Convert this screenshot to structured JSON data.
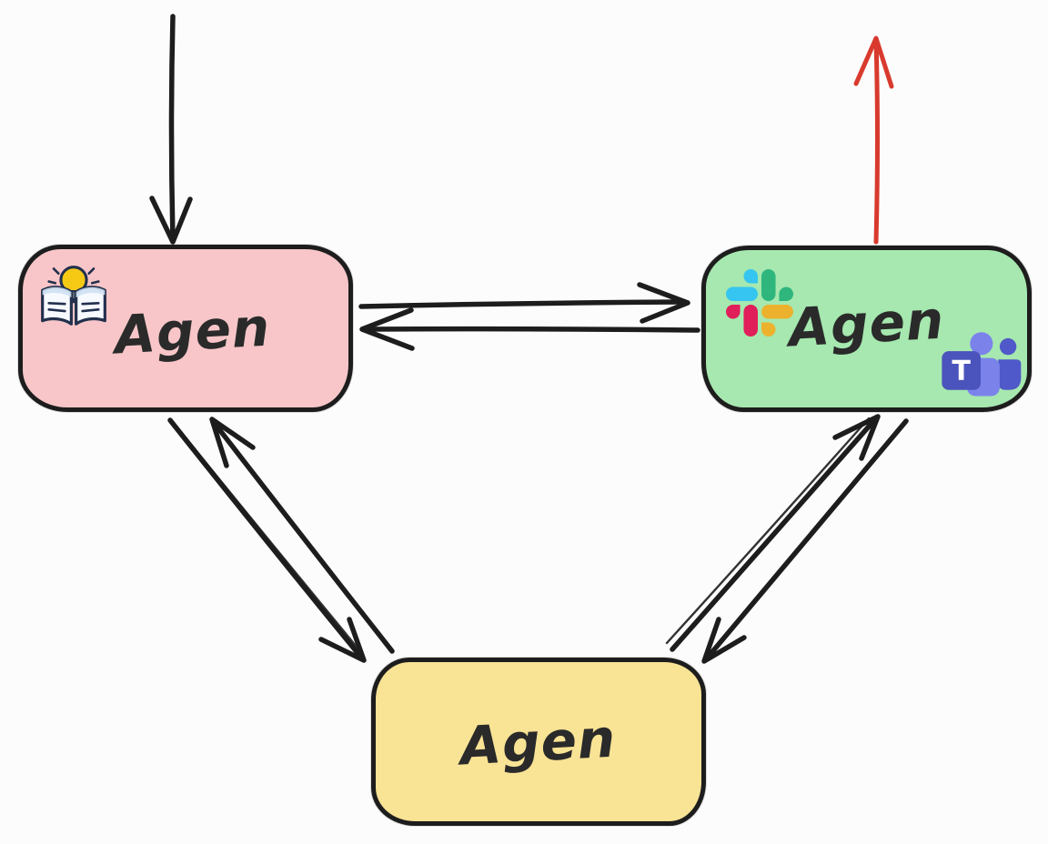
{
  "diagram": {
    "style": "hand-drawn multi-agent sketch",
    "background": "#fcfcfc"
  },
  "colors": {
    "bg": "#fcfcfc",
    "ink": "#1d1d1d",
    "text": "#2a2a2a",
    "pink-fill": "#f8c6c8",
    "green-fill": "#a6e8af",
    "yellow-fill": "#f9e395",
    "red-arrow": "#d93a2e",
    "slack-blue": "#36C5F0",
    "slack-green": "#2EB67D",
    "slack-red": "#E01E5A",
    "slack-yellow": "#ECB22E",
    "teams-dark": "#4B53BC",
    "teams-mid": "#5059C9",
    "teams-light": "#7B83EB",
    "bulb-yellow": "#F6C915",
    "page-blue": "#cfe0f2"
  },
  "nodes": [
    {
      "id": "knowledge-agent",
      "label": "Agen",
      "fill": "#f8c6c8",
      "icons": [
        "book-lightbulb-icon"
      ],
      "position": "top-left"
    },
    {
      "id": "comms-agent",
      "label": "Agen",
      "fill": "#a6e8af",
      "icons": [
        "slack-icon",
        "ms-teams-icon"
      ],
      "position": "top-right"
    },
    {
      "id": "bottom-agent",
      "label": "Agen",
      "fill": "#f9e395",
      "icons": [],
      "position": "bottom-center"
    }
  ],
  "edges": [
    {
      "id": "external-input",
      "from": "outside-top",
      "to": "knowledge-agent",
      "color": "#1d1d1d",
      "direction": "down"
    },
    {
      "id": "comms-output",
      "from": "comms-agent",
      "to": "outside-top",
      "color": "#d93a2e",
      "direction": "up"
    },
    {
      "id": "knowledge-to-comms",
      "from": "knowledge-agent",
      "to": "comms-agent",
      "color": "#1d1d1d",
      "direction": "right"
    },
    {
      "id": "comms-to-knowledge",
      "from": "comms-agent",
      "to": "knowledge-agent",
      "color": "#1d1d1d",
      "direction": "left"
    },
    {
      "id": "knowledge-to-bottom",
      "from": "knowledge-agent",
      "to": "bottom-agent",
      "color": "#1d1d1d",
      "direction": "down-right"
    },
    {
      "id": "bottom-to-knowledge",
      "from": "bottom-agent",
      "to": "knowledge-agent",
      "color": "#1d1d1d",
      "direction": "up-left"
    },
    {
      "id": "bottom-to-comms",
      "from": "bottom-agent",
      "to": "comms-agent",
      "color": "#1d1d1d",
      "direction": "up-right"
    },
    {
      "id": "comms-to-bottom",
      "from": "comms-agent",
      "to": "bottom-agent",
      "color": "#1d1d1d",
      "direction": "down-left"
    }
  ]
}
